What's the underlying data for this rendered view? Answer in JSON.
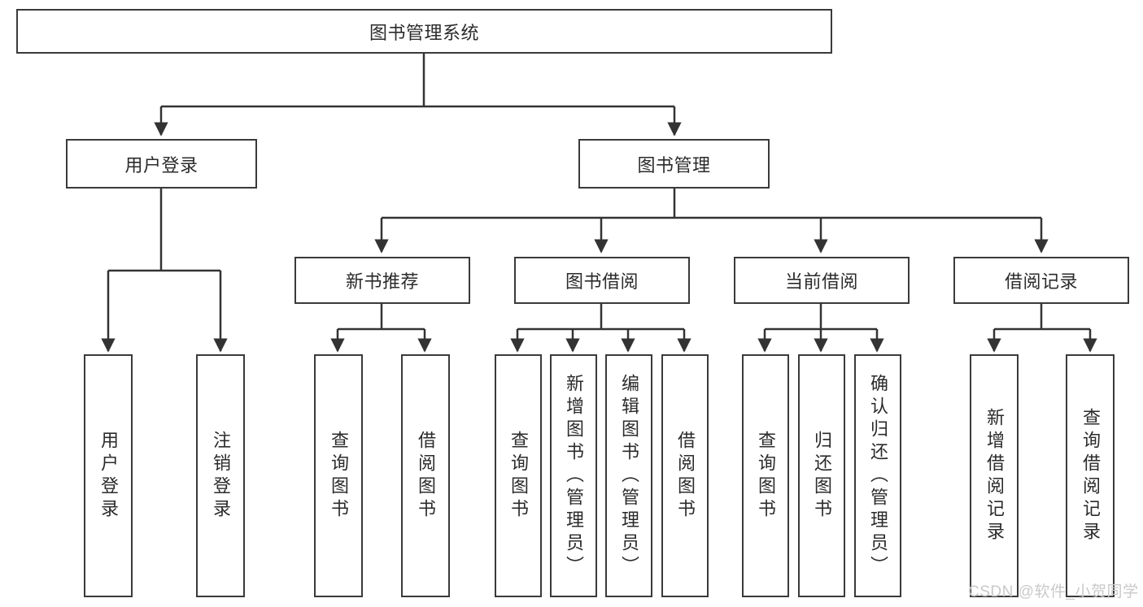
{
  "diagram": {
    "type": "hierarchy-tree",
    "title": "图书管理系统",
    "levels": [
      {
        "level": 1,
        "nodes": [
          {
            "id": "root",
            "label": "图书管理系统"
          }
        ]
      },
      {
        "level": 2,
        "nodes": [
          {
            "id": "login",
            "label": "用户登录"
          },
          {
            "id": "bookmgmt",
            "label": "图书管理"
          }
        ]
      },
      {
        "level": 3,
        "nodes": [
          {
            "id": "newbook",
            "label": "新书推荐"
          },
          {
            "id": "borrow",
            "label": "图书借阅"
          },
          {
            "id": "current",
            "label": "当前借阅"
          },
          {
            "id": "records",
            "label": "借阅记录"
          }
        ]
      },
      {
        "level": 4,
        "nodes": [
          {
            "id": "leaf-1",
            "label": "用户登录"
          },
          {
            "id": "leaf-2",
            "label": "注销登录"
          },
          {
            "id": "leaf-3",
            "label": "查询图书"
          },
          {
            "id": "leaf-4",
            "label": "借阅图书"
          },
          {
            "id": "leaf-5",
            "label": "查询图书"
          },
          {
            "id": "leaf-6",
            "label": "新增图书（管理员）"
          },
          {
            "id": "leaf-7",
            "label": "编辑图书（管理员）"
          },
          {
            "id": "leaf-8",
            "label": "借阅图书"
          },
          {
            "id": "leaf-9",
            "label": "查询图书"
          },
          {
            "id": "leaf-10",
            "label": "归还图书"
          },
          {
            "id": "leaf-11",
            "label": "确认归还（管理员）"
          },
          {
            "id": "leaf-12",
            "label": "新增借阅记录"
          },
          {
            "id": "leaf-13",
            "label": "查询借阅记录"
          }
        ]
      }
    ],
    "edges": [
      {
        "from": "root",
        "to": "login"
      },
      {
        "from": "root",
        "to": "bookmgmt"
      },
      {
        "from": "login",
        "to": "leaf-1"
      },
      {
        "from": "login",
        "to": "leaf-2"
      },
      {
        "from": "bookmgmt",
        "to": "newbook"
      },
      {
        "from": "bookmgmt",
        "to": "borrow"
      },
      {
        "from": "bookmgmt",
        "to": "current"
      },
      {
        "from": "bookmgmt",
        "to": "records"
      },
      {
        "from": "newbook",
        "to": "leaf-3"
      },
      {
        "from": "newbook",
        "to": "leaf-4"
      },
      {
        "from": "borrow",
        "to": "leaf-5"
      },
      {
        "from": "borrow",
        "to": "leaf-6"
      },
      {
        "from": "borrow",
        "to": "leaf-7"
      },
      {
        "from": "borrow",
        "to": "leaf-8"
      },
      {
        "from": "current",
        "to": "leaf-9"
      },
      {
        "from": "current",
        "to": "leaf-10"
      },
      {
        "from": "current",
        "to": "leaf-11"
      },
      {
        "from": "records",
        "to": "leaf-12"
      },
      {
        "from": "records",
        "to": "leaf-13"
      }
    ],
    "colors": {
      "box_border": "#3a3a3a",
      "box_fill": "#ffffff",
      "edge": "#333333",
      "text": "#2b2b2b",
      "watermark": "#c9c9c9",
      "background": "#ffffff"
    }
  },
  "watermark": {
    "text": "CSDN @软件_小贺同学"
  }
}
